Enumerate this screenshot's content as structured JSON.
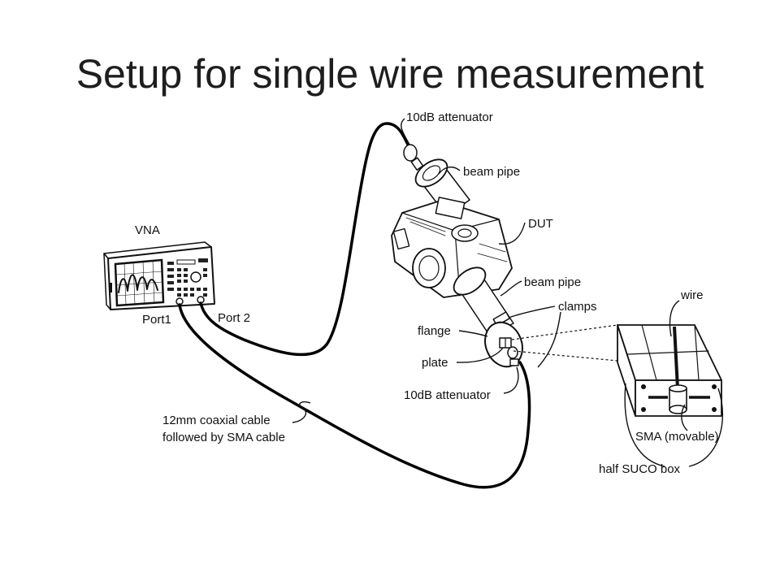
{
  "slide": {
    "title": "Setup for single wire measurement"
  },
  "diagram": {
    "labels": {
      "attenuator_top": "10dB attenuator",
      "beam_pipe_top": "beam pipe",
      "dut": "DUT",
      "vna": "VNA",
      "beam_pipe_bottom": "beam pipe",
      "wire": "wire",
      "clamps": "clamps",
      "flange": "flange",
      "port1": "Port1",
      "port2": "Port 2",
      "plate": "plate",
      "attenuator_bottom": "10dB attenuator",
      "cable_line1": "12mm coaxial cable",
      "cable_line2": "followed by SMA cable",
      "sma": "SMA (movable)",
      "suco_box": "half SUCO box"
    }
  }
}
